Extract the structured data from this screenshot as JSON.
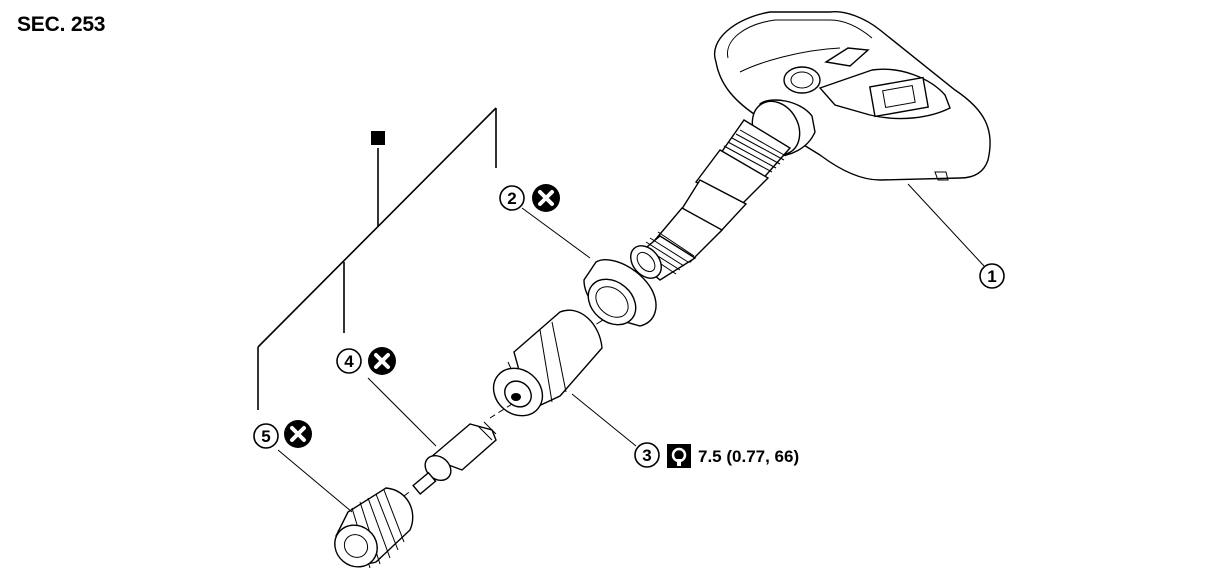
{
  "header": {
    "title": "SEC. 253"
  },
  "callouts": [
    {
      "id": "1",
      "label": "1",
      "replace": false
    },
    {
      "id": "2",
      "label": "2",
      "replace": true
    },
    {
      "id": "3",
      "label": "3",
      "replace": false
    },
    {
      "id": "4",
      "label": "4",
      "replace": true
    },
    {
      "id": "5",
      "label": "5",
      "replace": true
    }
  ],
  "torque": {
    "value": "7.5 (0.77, 66)",
    "icon": "torque-wrench-icon"
  },
  "symbols": {
    "replace_icon": "x-circle-icon",
    "kit_marker": "filled-square-icon"
  }
}
